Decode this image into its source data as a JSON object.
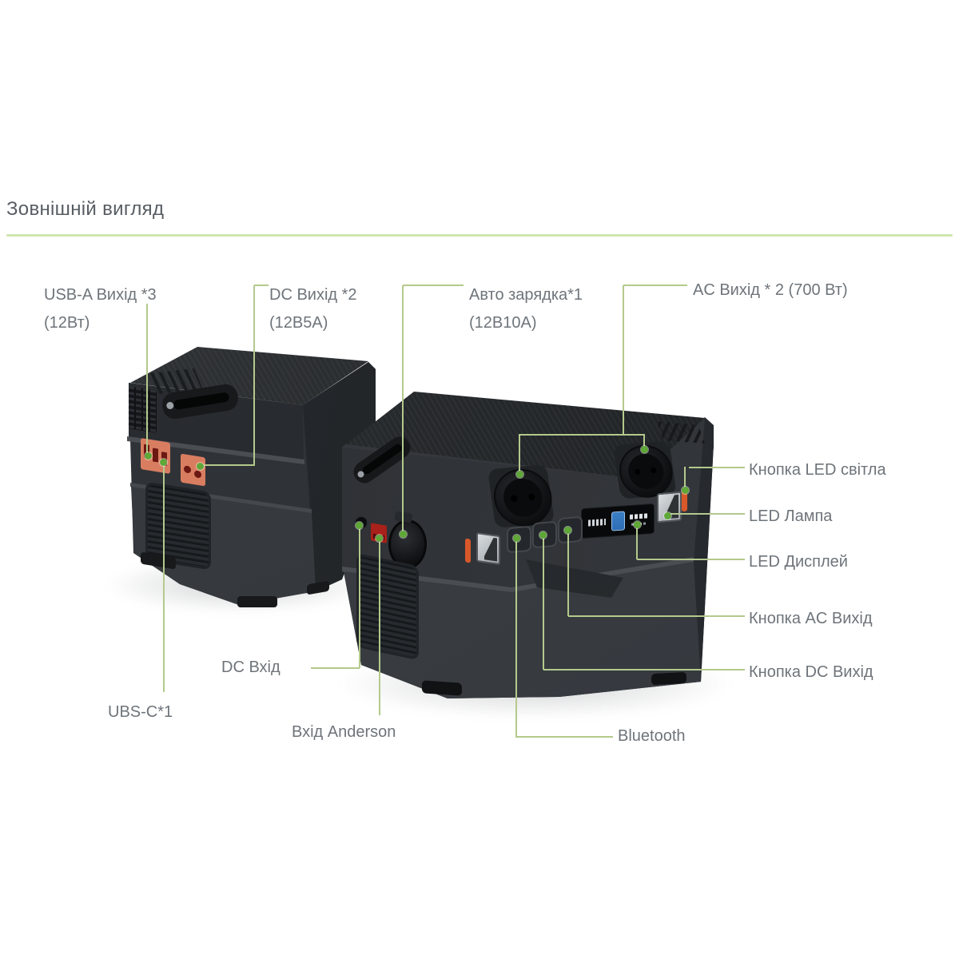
{
  "title": "Зовнішній вигляд",
  "callouts": {
    "usb_a": {
      "line1": "USB-A Вихід *3",
      "line2": "(12Вт)"
    },
    "dc_out": {
      "line1": "DC Вихід *2",
      "line2": "(12В5А)"
    },
    "car_charge": {
      "line1": "Авто зарядка*1",
      "line2": "(12В10А)"
    },
    "ac_out": "AC Вихід * 2 (700 Вт)",
    "led_button": "Кнопка LED світла",
    "led_lamp": "LED Лампа",
    "led_display": "LED Дисплей",
    "ac_button": "Кнопка AC Вихід",
    "dc_button": "Кнопка DC Вихід",
    "bluetooth": "Bluetooth",
    "dc_in": "DC Вхід",
    "usb_c": "UBS-C*1",
    "anderson": "Вхід Anderson"
  },
  "colors": {
    "background": "#ffffff",
    "title": "#575d63",
    "label": "#6e747a",
    "underline": "#cfe5ae",
    "leader": "#b4c98c",
    "dot": "#5fa838",
    "body_dark": "#2f3337",
    "body_light": "#3a3e43",
    "port_orange": "#d97d61",
    "port_slot": "#6b1812",
    "anderson_red": "#a8211a",
    "display_blue": "#3b7fc4",
    "lamp_silver": "#d9dde0",
    "slit_orange": "#d8582a"
  }
}
